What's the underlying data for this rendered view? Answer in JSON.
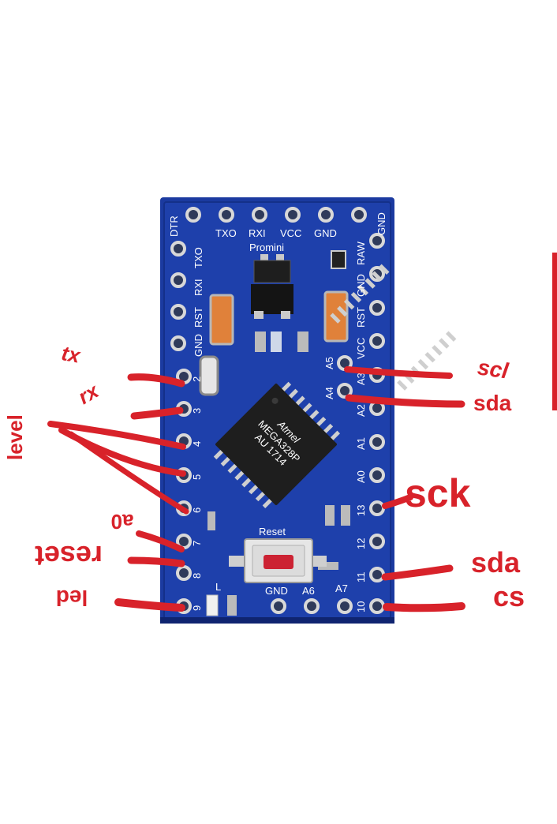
{
  "colors": {
    "board": "#1b3aa0",
    "board_dark": "#152c80",
    "annotation": "#d8222a",
    "chip": "#1e1e1e",
    "cap": "#e0813a",
    "button": "#cc2233"
  },
  "board": {
    "model": "Promini",
    "top_pins": [
      "DTR",
      "TXO",
      "RXI",
      "VCC",
      "GND"
    ],
    "corner_pin": "GND",
    "left_labels": [
      "TXO",
      "RXI",
      "RST",
      "GND"
    ],
    "left_numbers": [
      "2",
      "3",
      "4",
      "5",
      "6",
      "7",
      "8",
      "9"
    ],
    "right_labels": [
      "RAW",
      "GND",
      "RST",
      "VCC",
      "A3",
      "A2",
      "A1",
      "A0",
      "13",
      "12",
      "11",
      "10"
    ],
    "inner_labels": [
      "A5",
      "A4"
    ],
    "bottom_labels": [
      "GND",
      "A6",
      "A7"
    ],
    "reset_label": "Reset",
    "led_label": "L",
    "chip_brand": "Atmel",
    "chip_model": "MEGA328P",
    "chip_code": "AU 1714"
  },
  "annotations": {
    "tx": "tx",
    "rx": "rx",
    "level": "level",
    "a0": "a0",
    "reset": "reset",
    "led": "led",
    "scl": "scl",
    "sda_top": "sda",
    "sck": "sck",
    "sda_bottom": "sda",
    "cs": "cs"
  }
}
